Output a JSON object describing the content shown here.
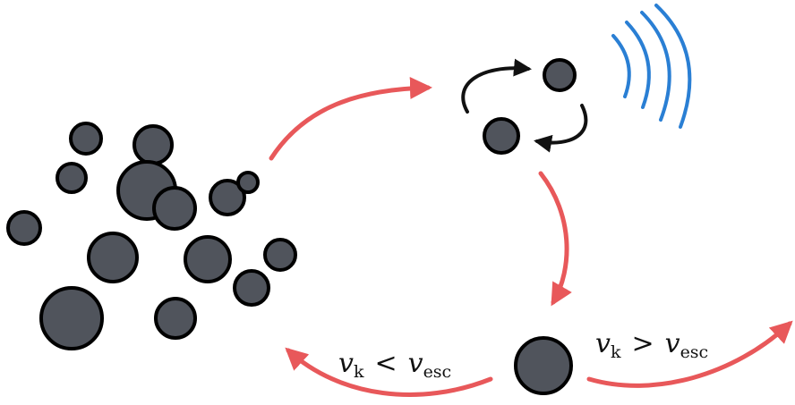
{
  "colors": {
    "body_fill": "#50545c",
    "body_stroke": "#000000",
    "evolution_arrow": "#e8585a",
    "orbit_arrow": "#111111",
    "gw_waves": "#2a7fd4",
    "background": "#ffffff"
  },
  "labels": {
    "left": {
      "v": "v",
      "v_sub": "k",
      "relation": "<",
      "rhs": "v",
      "rhs_sub": "esc"
    },
    "right": {
      "v": "v",
      "v_sub": "k",
      "relation": ">",
      "rhs": "v",
      "rhs_sub": "esc"
    }
  }
}
